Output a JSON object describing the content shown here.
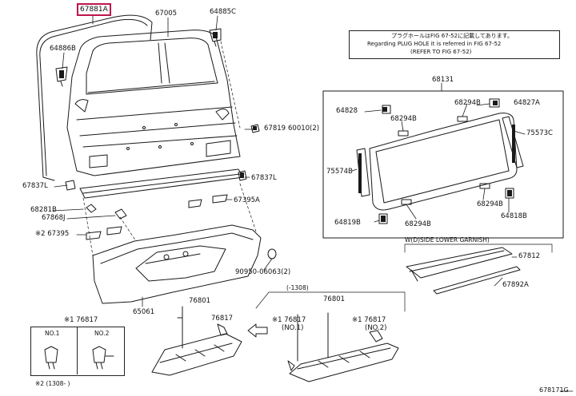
{
  "labels": {
    "p67881a": "67881A",
    "p67005": "67005",
    "p64885c": "64885C",
    "p64886b": "64886B",
    "p67819": "67819",
    "p60010": "60010(2)",
    "p67837l_right": "67837L",
    "p67837l_left": "67837L",
    "p68281b": "68281B",
    "p67868j": "67868J",
    "p67395a": "67395A",
    "p67395": "※2 67395",
    "p90950": "90950-06063(2)",
    "p65061": "65061",
    "p68131": "68131",
    "p64828": "64828",
    "p68294b_1": "68294B",
    "p64827a": "64827A",
    "p68294b_2": "68294B",
    "p75573c": "75573C",
    "p75574b": "75574B",
    "p68294b_3": "68294B",
    "p64819b": "64819B",
    "p68294b_4": "68294B",
    "p64818b": "64818B",
    "wside_caption": "W(D)SIDE LOWER GARNISH)",
    "p67812": "67812",
    "p67892a": "67892A",
    "p76801_left": "76801",
    "p76817_left": "76817",
    "p1308_mid": "(-1308)",
    "p76801_right": "76801",
    "p76817_no1": "※1 76817",
    "p76817_no1_sub": "(NO.1)",
    "p76817_no2": "※1 76817",
    "p76817_no2_sub": "(NO.2)",
    "legend_title": "※1 76817",
    "legend_no1": "NO.1",
    "legend_no2": "NO.2",
    "footnote": "※2 (1308-     )",
    "figure_code": "678171G"
  },
  "note": {
    "line1": "プラグホールはFIG 67-52に記載してあります。",
    "line2": "Regarding PLUG HOLE it is referred in FIG 67-52",
    "line3": "(REFER TO FIG 67-52)"
  },
  "highlight_color": "#c0154b"
}
